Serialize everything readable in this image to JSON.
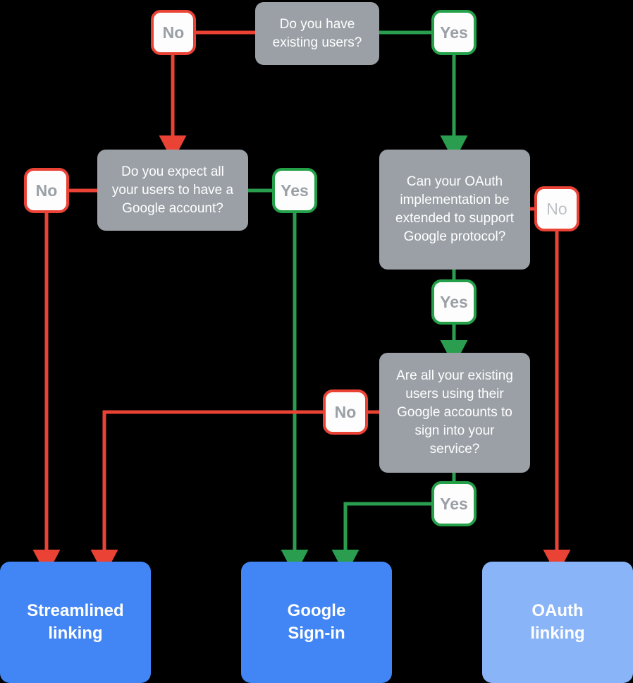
{
  "diagram": {
    "title": "Account linking decision flowchart",
    "colors": {
      "background": "#000000",
      "question_box": "#9aa0a6",
      "no_edge": "#ea4335",
      "yes_edge": "#24a148",
      "result_primary": "#4285f4",
      "result_secondary": "#8ab4f8",
      "label_text": "#9aa0a6"
    },
    "questions": [
      {
        "id": "q1",
        "text": "Do you have existing users?"
      },
      {
        "id": "q2",
        "text": "Do you expect all your users to have a Google account?"
      },
      {
        "id": "q3",
        "text": "Can your OAuth implementation be extended to support Google protocol?"
      },
      {
        "id": "q4",
        "text": "Are all your existing users using their Google accounts to sign into your service?"
      }
    ],
    "labels": {
      "q1_no": "No",
      "q1_yes": "Yes",
      "q2_no": "No",
      "q2_yes": "Yes",
      "q3_no": "No",
      "q3_yes": "Yes",
      "q4_no": "No",
      "q4_yes": "Yes"
    },
    "results": [
      {
        "id": "r1",
        "text": "Streamlined linking",
        "line1": "Streamlined",
        "line2": "linking",
        "tone": "dark"
      },
      {
        "id": "r2",
        "text": "Google Sign-in",
        "line1": "Google",
        "line2": "Sign-in",
        "tone": "dark"
      },
      {
        "id": "r3",
        "text": "OAuth linking",
        "line1": "OAuth",
        "line2": "linking",
        "tone": "light"
      }
    ],
    "edges": [
      {
        "from": "q1",
        "label": "No",
        "to": "q2"
      },
      {
        "from": "q1",
        "label": "Yes",
        "to": "q3"
      },
      {
        "from": "q2",
        "label": "No",
        "to": "r1"
      },
      {
        "from": "q2",
        "label": "Yes",
        "to": "r2"
      },
      {
        "from": "q3",
        "label": "No",
        "to": "r3"
      },
      {
        "from": "q3",
        "label": "Yes",
        "to": "q4"
      },
      {
        "from": "q4",
        "label": "No",
        "to": "r1"
      },
      {
        "from": "q4",
        "label": "Yes",
        "to": "r2"
      }
    ]
  }
}
